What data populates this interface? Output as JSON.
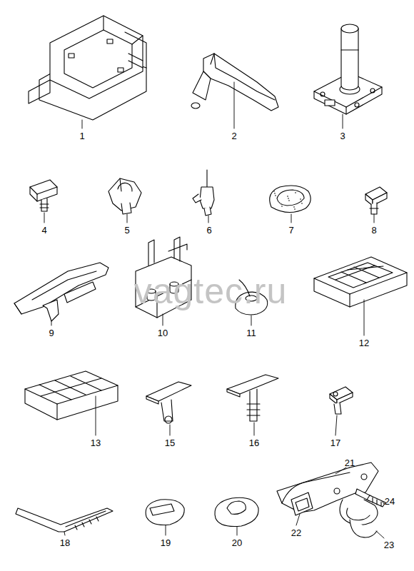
{
  "diagram": {
    "labels": [
      "1",
      "2",
      "3",
      "4",
      "5",
      "6",
      "7",
      "8",
      "9",
      "10",
      "11",
      "12",
      "13",
      "15",
      "16",
      "17",
      "18",
      "19",
      "20",
      "21",
      "22",
      "23",
      "24",
      "vagtec.ru"
    ]
  }
}
